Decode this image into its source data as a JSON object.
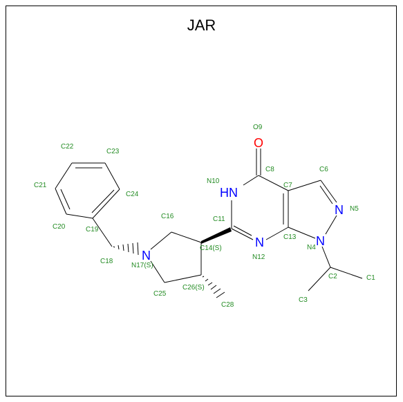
{
  "title": "JAR",
  "colors": {
    "bond": "#000000",
    "carbon_label": "#228B22",
    "nitrogen_label": "#0000FF",
    "oxygen_label": "#FF0000"
  },
  "atom_labels": [
    {
      "id": "c1",
      "text": "C1"
    },
    {
      "id": "c2",
      "text": "C2"
    },
    {
      "id": "c3",
      "text": "C3"
    },
    {
      "id": "n4",
      "text": "N4"
    },
    {
      "id": "n5",
      "text": "N5"
    },
    {
      "id": "c6",
      "text": "C6"
    },
    {
      "id": "c7",
      "text": "C7"
    },
    {
      "id": "c8",
      "text": "C8"
    },
    {
      "id": "o9",
      "text": "O9"
    },
    {
      "id": "n10",
      "text": "N10"
    },
    {
      "id": "c11",
      "text": "C11"
    },
    {
      "id": "n12",
      "text": "N12"
    },
    {
      "id": "c13",
      "text": "C13"
    },
    {
      "id": "c14",
      "text": "C14(S)"
    },
    {
      "id": "c16",
      "text": "C16"
    },
    {
      "id": "n17",
      "text": "N17(S)"
    },
    {
      "id": "c18",
      "text": "C18"
    },
    {
      "id": "c19",
      "text": "C19"
    },
    {
      "id": "c20",
      "text": "C20"
    },
    {
      "id": "c21",
      "text": "C21"
    },
    {
      "id": "c22",
      "text": "C22"
    },
    {
      "id": "c23",
      "text": "C23"
    },
    {
      "id": "c24",
      "text": "C24"
    },
    {
      "id": "c25",
      "text": "C25"
    },
    {
      "id": "c26",
      "text": "C26(S)"
    },
    {
      "id": "c28",
      "text": "C28"
    }
  ],
  "element_labels": [
    {
      "id": "o9",
      "text": "O"
    },
    {
      "id": "n10",
      "text": "HN"
    },
    {
      "id": "n12",
      "text": "N"
    },
    {
      "id": "n5",
      "text": "N"
    },
    {
      "id": "n4",
      "text": "N"
    },
    {
      "id": "n17",
      "text": "N"
    }
  ]
}
